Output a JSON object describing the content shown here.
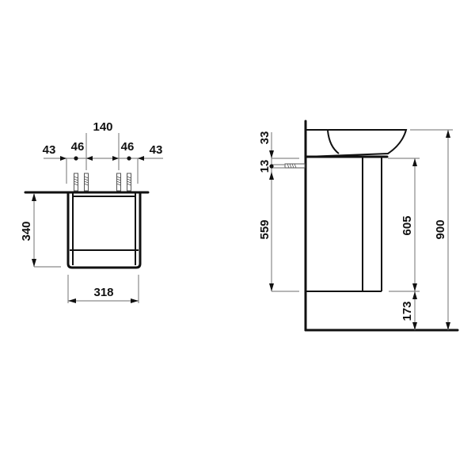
{
  "drawing": {
    "front_view": {
      "dimensions": {
        "tap_spacing_total": "140",
        "left_offset": "43",
        "left_pair": "46",
        "right_pair": "46",
        "right_offset": "43",
        "height": "340",
        "width": "318"
      }
    },
    "side_view": {
      "dimensions": {
        "basin_to_anchor": "33",
        "anchor_dia": "13",
        "anchor_to_bottom": "559",
        "cabinet_height": "605",
        "floor_clearance": "173",
        "total_height": "900"
      }
    },
    "colors": {
      "line": "#111111",
      "dimension_line": "#8a8a8a",
      "background": "#ffffff"
    }
  }
}
